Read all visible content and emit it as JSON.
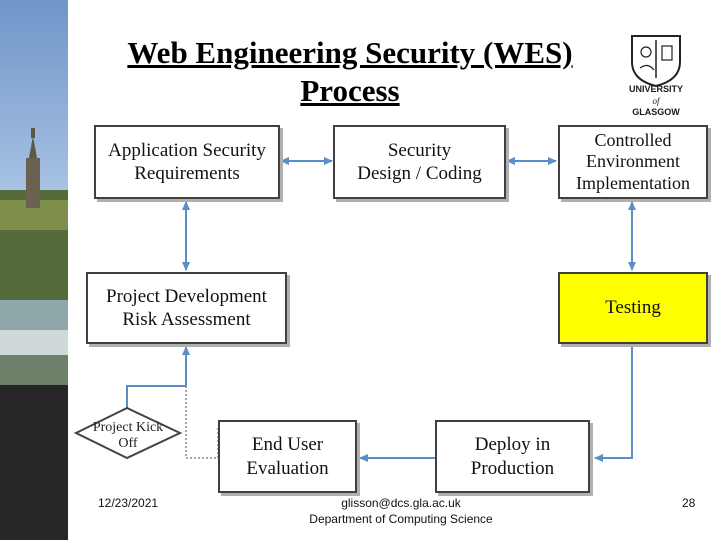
{
  "slide": {
    "title_line1": "Web Engineering Security (WES)",
    "title_line2": "Process"
  },
  "logo": {
    "line1": "UNIVERSITY",
    "line2": "of",
    "line3": "GLASGOW"
  },
  "diagram": {
    "app_security": [
      "Application Security",
      "Requirements"
    ],
    "security_design": [
      "Security",
      "Design / Coding"
    ],
    "controlled_env": [
      "Controlled",
      "Environment",
      "Implementation"
    ],
    "project_dev": [
      "Project Development",
      "Risk Assessment"
    ],
    "testing": "Testing",
    "end_user": [
      "End User",
      "Evaluation"
    ],
    "deploy": [
      "Deploy in",
      "Production"
    ],
    "kickoff": [
      "Project Kick",
      "Off"
    ],
    "colors": {
      "testing_fill": "#ffff00",
      "arrow": "#5b8ec9"
    }
  },
  "footer": {
    "date": "12/23/2021",
    "email": "glisson@dcs.gla.ac.uk",
    "department": "Department of Computing Science",
    "page": "28"
  }
}
